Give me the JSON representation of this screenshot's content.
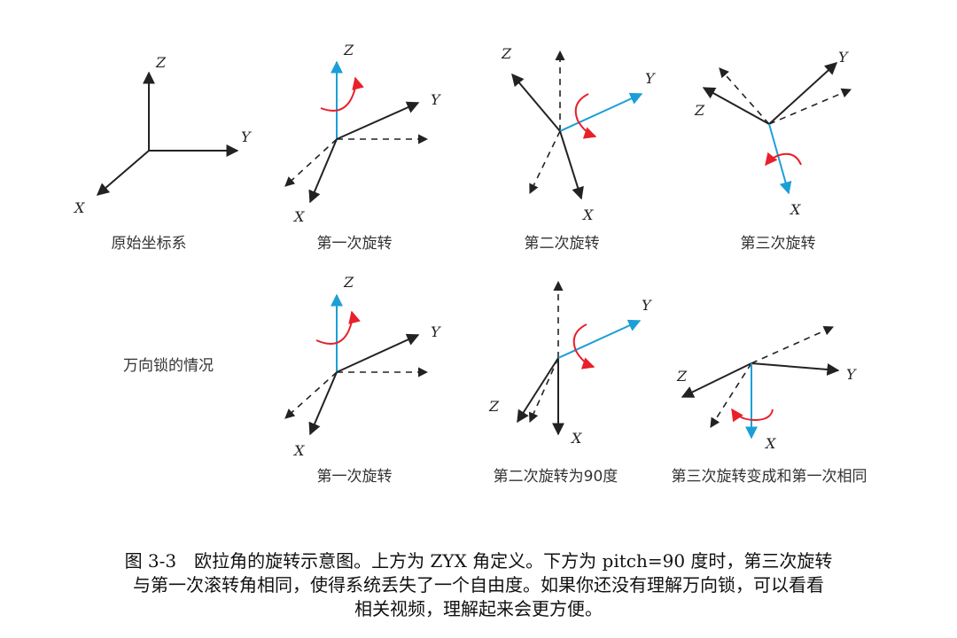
{
  "axis_letters": {
    "x": "X",
    "y": "Y",
    "z": "Z"
  },
  "colors": {
    "axis": "#222222",
    "rotated_axis": "#1b9fd6",
    "rotation_arrow": "#e8202a"
  },
  "panels": [
    {
      "caption": "原始坐标系"
    },
    {
      "caption": "第一次旋转"
    },
    {
      "caption": "第二次旋转"
    },
    {
      "caption": "第三次旋转"
    },
    {
      "caption": "第一次旋转"
    },
    {
      "caption": "第二次旋转为90度"
    },
    {
      "caption": "第三次旋转变成和第一次相同"
    }
  ],
  "row_label": "万向锁的情况",
  "figure_caption": {
    "line1": "图 3-3　欧拉角的旋转示意图。上方为 ZYX 角定义。下方为 pitch=90 度时，第三次旋转",
    "line2": "与第一次滚转角相同，使得系统丢失了一个自由度。如果你还没有理解万向锁，可以看看",
    "line3": "相关视频，理解起来会更方便。"
  }
}
